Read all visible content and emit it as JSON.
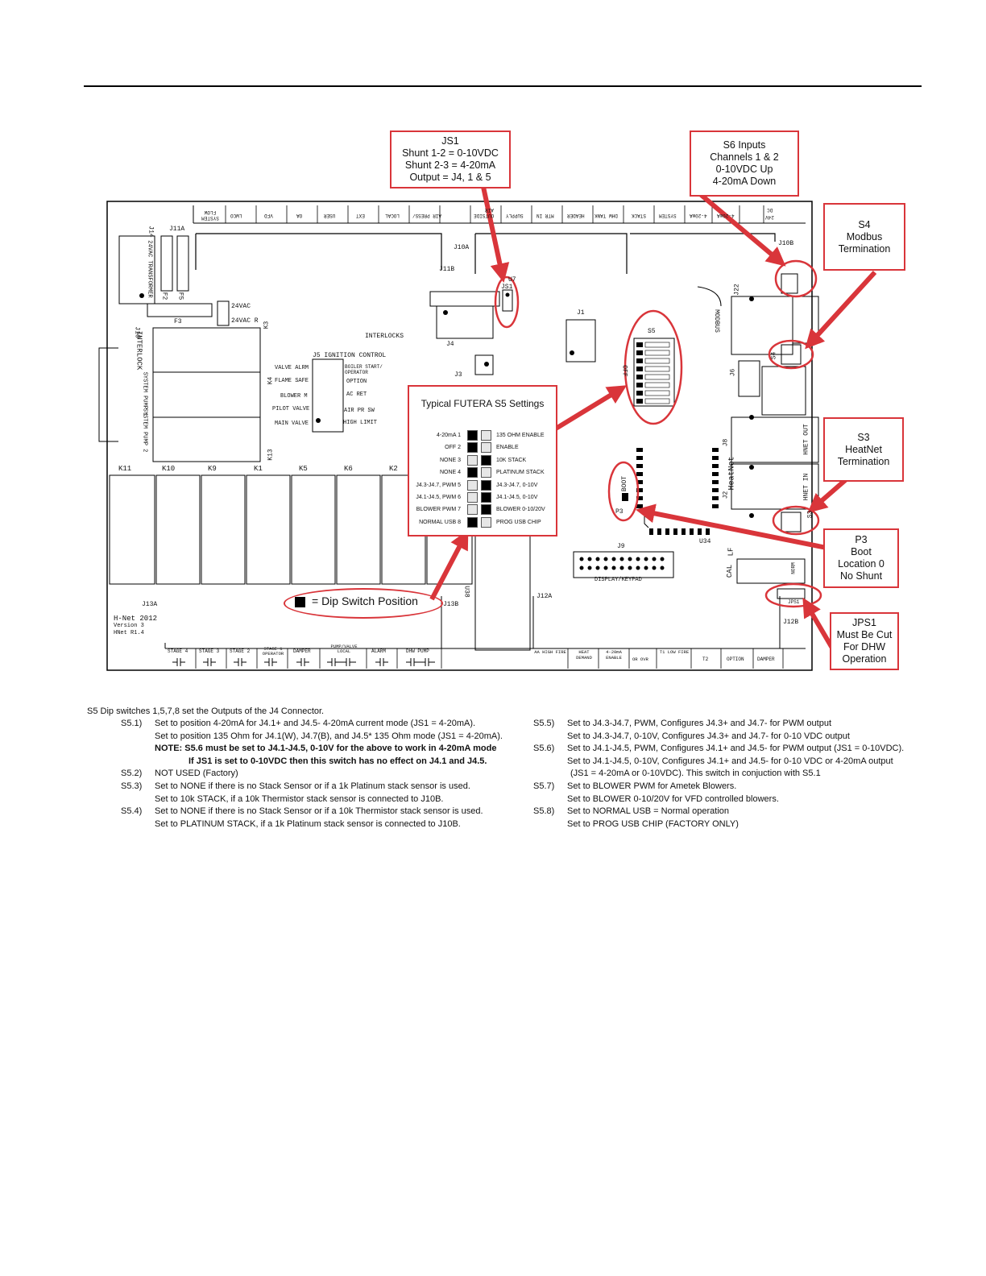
{
  "callouts": {
    "js1": [
      "JS1",
      "Shunt 1-2 = 0-10VDC",
      "Shunt 2-3 = 4-20mA",
      "Output = J4, 1 & 5"
    ],
    "s6": [
      "S6 Inputs",
      "Channels 1 & 2",
      "0-10VDC Up",
      "4-20mA Down"
    ],
    "s4": [
      "S4",
      "Modbus",
      "Termination"
    ],
    "s3": [
      "S3",
      "HeatNet",
      "Termination"
    ],
    "p3": [
      "P3",
      "Boot",
      "Location 0",
      "No Shunt"
    ],
    "jps1": [
      "JPS1",
      "Must Be Cut",
      "For DHW",
      "Operation"
    ]
  },
  "s5_settings": {
    "title": "Typical FUTERA S5 Settings",
    "rows": [
      {
        "left": "4-20mA 1",
        "right": "135 OHM ENABLE",
        "state": "left"
      },
      {
        "left": "OFF 2",
        "right": "ENABLE",
        "state": "left"
      },
      {
        "left": "NONE 3",
        "right": "10K STACK",
        "state": "right"
      },
      {
        "left": "NONE 4",
        "right": "PLATINUM STACK",
        "state": "left"
      },
      {
        "left": "J4.3-J4.7, PWM 5",
        "right": "J4.3-J4.7, 0-10V",
        "state": "right"
      },
      {
        "left": "J4.1-J4.5, PWM 6",
        "right": "J4.1-J4.5, 0-10V",
        "state": "right"
      },
      {
        "left": "BLOWER PWM 7",
        "right": "BLOWER 0-10/20V",
        "state": "right"
      },
      {
        "left": "NORMAL USB 8",
        "right": "PROG USB CHIP",
        "state": "left"
      }
    ]
  },
  "legend": "= Dip Switch Position",
  "board": {
    "top_terminals": [
      "SYSTEM FLOW",
      "LWCO",
      "VFD",
      "OA",
      "USER",
      "EXT",
      "LOCAL",
      "AIR PRESS/",
      "OUTSIDE",
      "AIR",
      "SUPPLY",
      "MTR IN",
      "HEADER",
      "DHW TANK",
      "STACK",
      "SYSTEM",
      "4-20mA",
      "4-20mA",
      "24V",
      "DC"
    ],
    "bottom_terminals": [
      "STAGE 4",
      "STAGE 3",
      "STAGE 2",
      "STAGE 1 OPERATOR",
      "DAMPER",
      "PUMP/VALVE LOCAL",
      "ALARM",
      "DHW PUMP",
      "AA HIGH FIRE",
      "HEAT DEMAND",
      "4-20mA ENABLE",
      "OR OVR",
      "T1 LOW FIRE",
      "T2",
      "OPTION",
      "DAMPER"
    ],
    "relays": [
      "K11",
      "K10",
      "K9",
      "K1",
      "K5",
      "K6",
      "K2"
    ],
    "ignition": {
      "title": "J5 IGNITION CONTROL",
      "left": [
        "VALVE ALRM",
        "FLAME SAFE",
        "BLOWER M",
        "PILOT VALVE",
        "MAIN VALVE"
      ],
      "right": [
        "BOILER START/ OPERATOR",
        "OPTION",
        "AC RET",
        "AIR PR SW",
        "HIGH LIMIT"
      ]
    },
    "labels": {
      "j14": "J14",
      "j11a": "J11A",
      "j10a": "J10A",
      "j11b": "J11B",
      "j10b": "J10B",
      "u7": "U7",
      "js1": "JS1",
      "j1": "J1",
      "j4": "J4",
      "j3": "J3",
      "s5": "S5",
      "off": "OFF",
      "modbus": "MODBUS",
      "j22": "J22",
      "j6": "J6",
      "s4": "S4",
      "j8": "J8",
      "heatnet": "HeatNet",
      "j2": "J2",
      "hnet_out": "HNET OUT",
      "hnet_in": "HNET IN",
      "s3": "S3",
      "boot": "BOOT",
      "p3": "P3",
      "u34": "U34",
      "j9": "J9",
      "display": "DISPLAY/KEYPAD",
      "j13a": "J13A",
      "j13b": "J13B",
      "j12a": "J12A",
      "j12b": "J12B",
      "u38": "U38",
      "jps1": "JPS1",
      "interlocks": "INTERLOCKS",
      "j16": "J16",
      "k3": "K3",
      "k4": "K4",
      "k13": "K13",
      "f2": "F2",
      "f3": "F3",
      "f5": "F5",
      "v24": "24VAC",
      "v24r": "24VAC R",
      "transformer": "24VAC TRANSFORMER",
      "interlock_side": "INTERLOCK",
      "sys_pump1": "SYSTEM PUMP 1",
      "sys_pump2": "SYSTEM PUMP 2",
      "norm": "NORM",
      "cal": "CAL",
      "lf": "LF",
      "hnet_version": [
        "H-Net 2012",
        "Version 3",
        "HNet R1.4"
      ]
    }
  },
  "notes": {
    "intro": "S5 Dip switches 1,5,7,8 set the Outputs of the J4 Connector.",
    "left": [
      {
        "key": "S5.1)",
        "text": "Set to position 4-20mA for J4.1+ and J4.5- 4-20mA current mode (JS1 = 4-20mA)."
      },
      {
        "key": "",
        "text": "Set to position 135 Ohm for J4.1(W), J4.7(B), and J4.5* 135 Ohm mode (JS1 = 4-20mA)."
      },
      {
        "key": "",
        "text": "NOTE:   S5.6 must be set to J4.1-J4.5, 0-10V  for the above to work in 4-20mA mode"
      },
      {
        "key": "",
        "text": "If JS1 is set to 0-10VDC then this switch has no effect on J4.1 and J4.5."
      },
      {
        "key": "S5.2)",
        "text": "NOT USED (Factory)"
      },
      {
        "key": "S5.3)",
        "text": "Set to NONE if there is no Stack Sensor or if a 1k Platinum stack sensor is used."
      },
      {
        "key": "",
        "text": "Set to 10k STACK, if a 10k Thermistor stack sensor is connected to J10B."
      },
      {
        "key": "S5.4)",
        "text": "Set to NONE if there is no Stack Sensor or if a 10k Thermistor stack sensor is used."
      },
      {
        "key": "",
        "text": "Set to PLATINUM STACK, if a 1k Platinum stack sensor is connected to J10B."
      }
    ],
    "right": [
      {
        "key": "S5.5)",
        "text": "Set to J4.3-J4.7, PWM, Configures J4.3+ and J4.7- for PWM output"
      },
      {
        "key": "",
        "text": "Set to J4.3-J4.7, 0-10V, Configures J4.3+ and J4.7- for 0-10 VDC output"
      },
      {
        "key": "S5.6)",
        "text": "Set to J4.1-J4.5, PWM, Configures J4.1+ and J4.5- for PWM output (JS1 = 0-10VDC)."
      },
      {
        "key": "",
        "text": "Set to J4.1-J4.5, 0-10V, Configures J4.1+ and J4.5- for 0-10 VDC or 4-20mA output"
      },
      {
        "key": "",
        "text": "(JS1 = 4-20mA or 0-10VDC). This switch in conjuction with S5.1"
      },
      {
        "key": "S5.7)",
        "text": "Set to BLOWER PWM for Ametek Blowers."
      },
      {
        "key": "",
        "text": "Set to BLOWER 0-10/20V for VFD controlled blowers."
      },
      {
        "key": "S5.8)",
        "text": "Set to NORMAL USB = Normal operation"
      },
      {
        "key": "",
        "text": "Set to PROG USB CHIP (FACTORY ONLY)"
      }
    ]
  },
  "colors": {
    "callout": "#d9353a",
    "ink": "#111111"
  }
}
